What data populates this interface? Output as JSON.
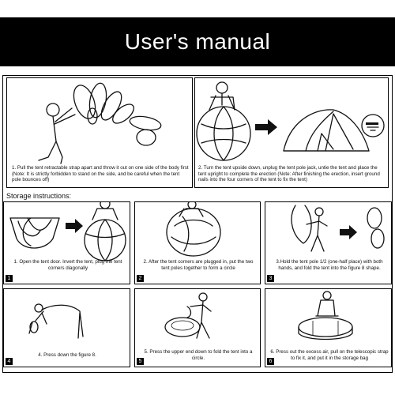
{
  "header": {
    "title": "User's manual"
  },
  "setup": {
    "step1_caption": "1. Pull the tent retractable strap apart and throw it out on one side of the body first (Note: It is strictly forbidden to stand on the side, and be careful when the tent pole bounces off)",
    "step2_caption": "2. Turn the tent upside down, unplug the tent pole jack, untie the tent and place the tent upright to complete the erection (Note: After finishing the erection, insert ground nails into the four corners of the tent to fix the tent)"
  },
  "storage": {
    "heading": "Storage instructions:",
    "steps": [
      {
        "num": "1",
        "caption": "1. Open the tent door. Invert the tent, plug the tent corners diagonally"
      },
      {
        "num": "2",
        "caption": "2. After the tent corners are plugged in, put the two tent poles together to form a circle"
      },
      {
        "num": "3",
        "caption": "3.Hold the tent pole 1/2 (one-half place) with both hands, and fold the tent into the figure 8 shape."
      },
      {
        "num": "4",
        "caption": "4. Press down the figure 8."
      },
      {
        "num": "5",
        "caption": "5. Press the upper end down to fold the tent into a circle."
      },
      {
        "num": "6",
        "caption": "6. Press out the excess air, pull on the telescopic strap to fix it, and put it in the storage bag"
      }
    ]
  }
}
